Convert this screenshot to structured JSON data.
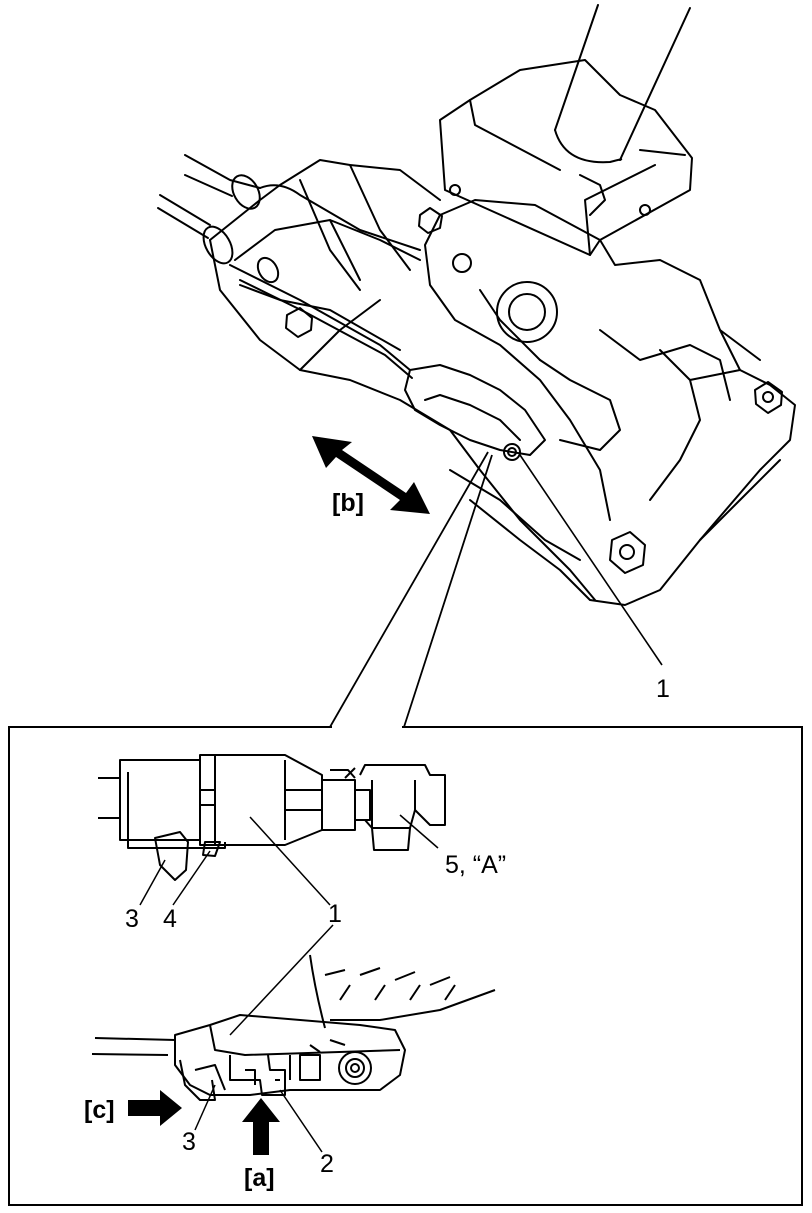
{
  "callouts": {
    "top_1": "1",
    "b": "[b]",
    "detail_1": "1",
    "detail_3_top": "3",
    "detail_4": "4",
    "detail_5A": "5, “A”",
    "detail_3_bottom": "3",
    "detail_2": "2",
    "a": "[a]",
    "c": "[c]"
  },
  "colors": {
    "line": "#000000",
    "background": "#ffffff"
  }
}
